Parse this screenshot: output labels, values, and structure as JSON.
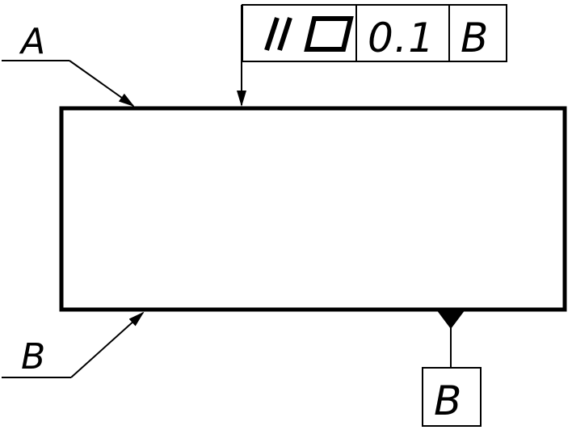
{
  "labels": {
    "surface_a": "A",
    "surface_b": "B"
  },
  "feature_control_frame": {
    "tolerance_symbols": [
      "parallelism-symbol",
      "flatness-symbol"
    ],
    "tolerance_value": "0.1",
    "datum_reference": "B"
  },
  "datum_box": {
    "letter": "B"
  },
  "colors": {
    "line": "#000000",
    "background": "#ffffff"
  }
}
